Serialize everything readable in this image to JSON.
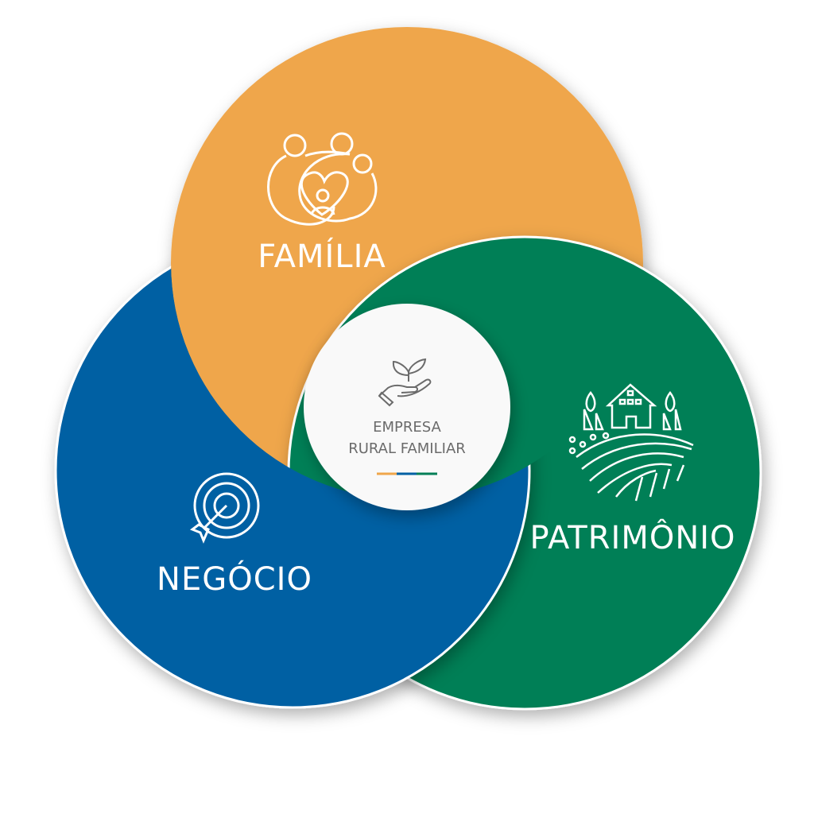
{
  "circles": {
    "familia": {
      "label": "FAMÍLIA",
      "color": "#EFA64B",
      "icon": "family-icon"
    },
    "negocio": {
      "label": "NEGÓCIO",
      "color": "#0060A3",
      "icon": "target-arrow-icon"
    },
    "patrimonio": {
      "label": "PATRIMÔNIO",
      "color": "#037F57",
      "icon": "farm-icon"
    }
  },
  "center": {
    "line1": "EMPRESA",
    "line2": "RURAL FAMILIAR",
    "icon": "hand-plant-icon"
  }
}
